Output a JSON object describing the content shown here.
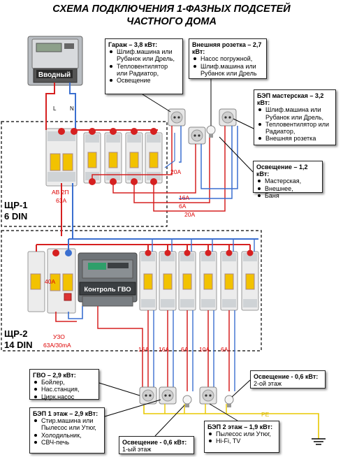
{
  "title": {
    "line1": "СХЕМА ПОДКЛЮЧЕНИЯ 1-ФАЗНЫХ ПОДСЕТЕЙ",
    "line2": "ЧАСТНОГО ДОМА"
  },
  "meter": {
    "label": "Вводный",
    "wire_l": "L",
    "wire_n": "N"
  },
  "panels": {
    "p1": {
      "name": "ЩР-1",
      "size": "6 DIN",
      "main_breaker_type": "АВ 2П",
      "main_breaker_rating": "63А"
    },
    "p2": {
      "name": "ЩР-2",
      "size": "14 DIN",
      "rcd_type": "УЗО",
      "rcd_rating": "63А/30mA",
      "controller": "Контроль ГВО"
    }
  },
  "ratings_p1": {
    "a": "20А",
    "b": "16А",
    "c": "6А",
    "d": "20А"
  },
  "ratings_p2": {
    "rcd_side": "40А",
    "a": "16А",
    "b": "16А",
    "c": "6А",
    "d": "10А",
    "e": "6А"
  },
  "pe_label": "PE",
  "loads": {
    "garage": {
      "title": "Гараж – 3,8 кВт:",
      "items": [
        "Шлиф.машина или Рубанок или Дрель,",
        "Тепловентилятор или Радиатор,",
        "Освещение"
      ]
    },
    "outlet": {
      "title": "Внешняя розетка – 2,7 кВт:",
      "items": [
        "Насос погружной,",
        "Шлиф.машина или Рубанок или Дрель"
      ]
    },
    "workshop": {
      "title": "БЭП мастерская – 3,2 кВт:",
      "items": [
        "Шлиф.машина или Рубанок или Дрель,",
        "Тепловентилятор или Радиатор,",
        "Внешняя розетка"
      ]
    },
    "lighting1": {
      "title": "Освещение – 1,2 кВт:",
      "items": [
        "Мастерская,",
        "Внешнее,",
        "Баня"
      ]
    },
    "gvo": {
      "title": "ГВО – 2,9 кВт:",
      "items": [
        "Бойлер,",
        "Нас.станция,",
        "Цирк.насос"
      ]
    },
    "lighting2": {
      "title": "Освещение - 0,6 кВт:",
      "text": "2-ой этаж"
    },
    "floor1": {
      "title": "БЭП 1 этаж – 2,9 кВт:",
      "items": [
        "Стир.машина или Пылесос или Утюг,",
        "Холодильник,",
        "СВЧ-печь"
      ]
    },
    "lighting3": {
      "title": "Освещение - 0,6 кВт:",
      "text": "1-ый этаж"
    },
    "floor2": {
      "title": "БЭП 2 этаж – 1,9 кВт:",
      "items": [
        "Пылесос или Утюг,",
        "Hi-Fi, TV"
      ]
    }
  },
  "colors": {
    "phase": "#d62020",
    "neutral": "#3a6fd0",
    "pe": "#e8c800",
    "breaker_body": "#ececec",
    "toggle": "#f2c200"
  }
}
